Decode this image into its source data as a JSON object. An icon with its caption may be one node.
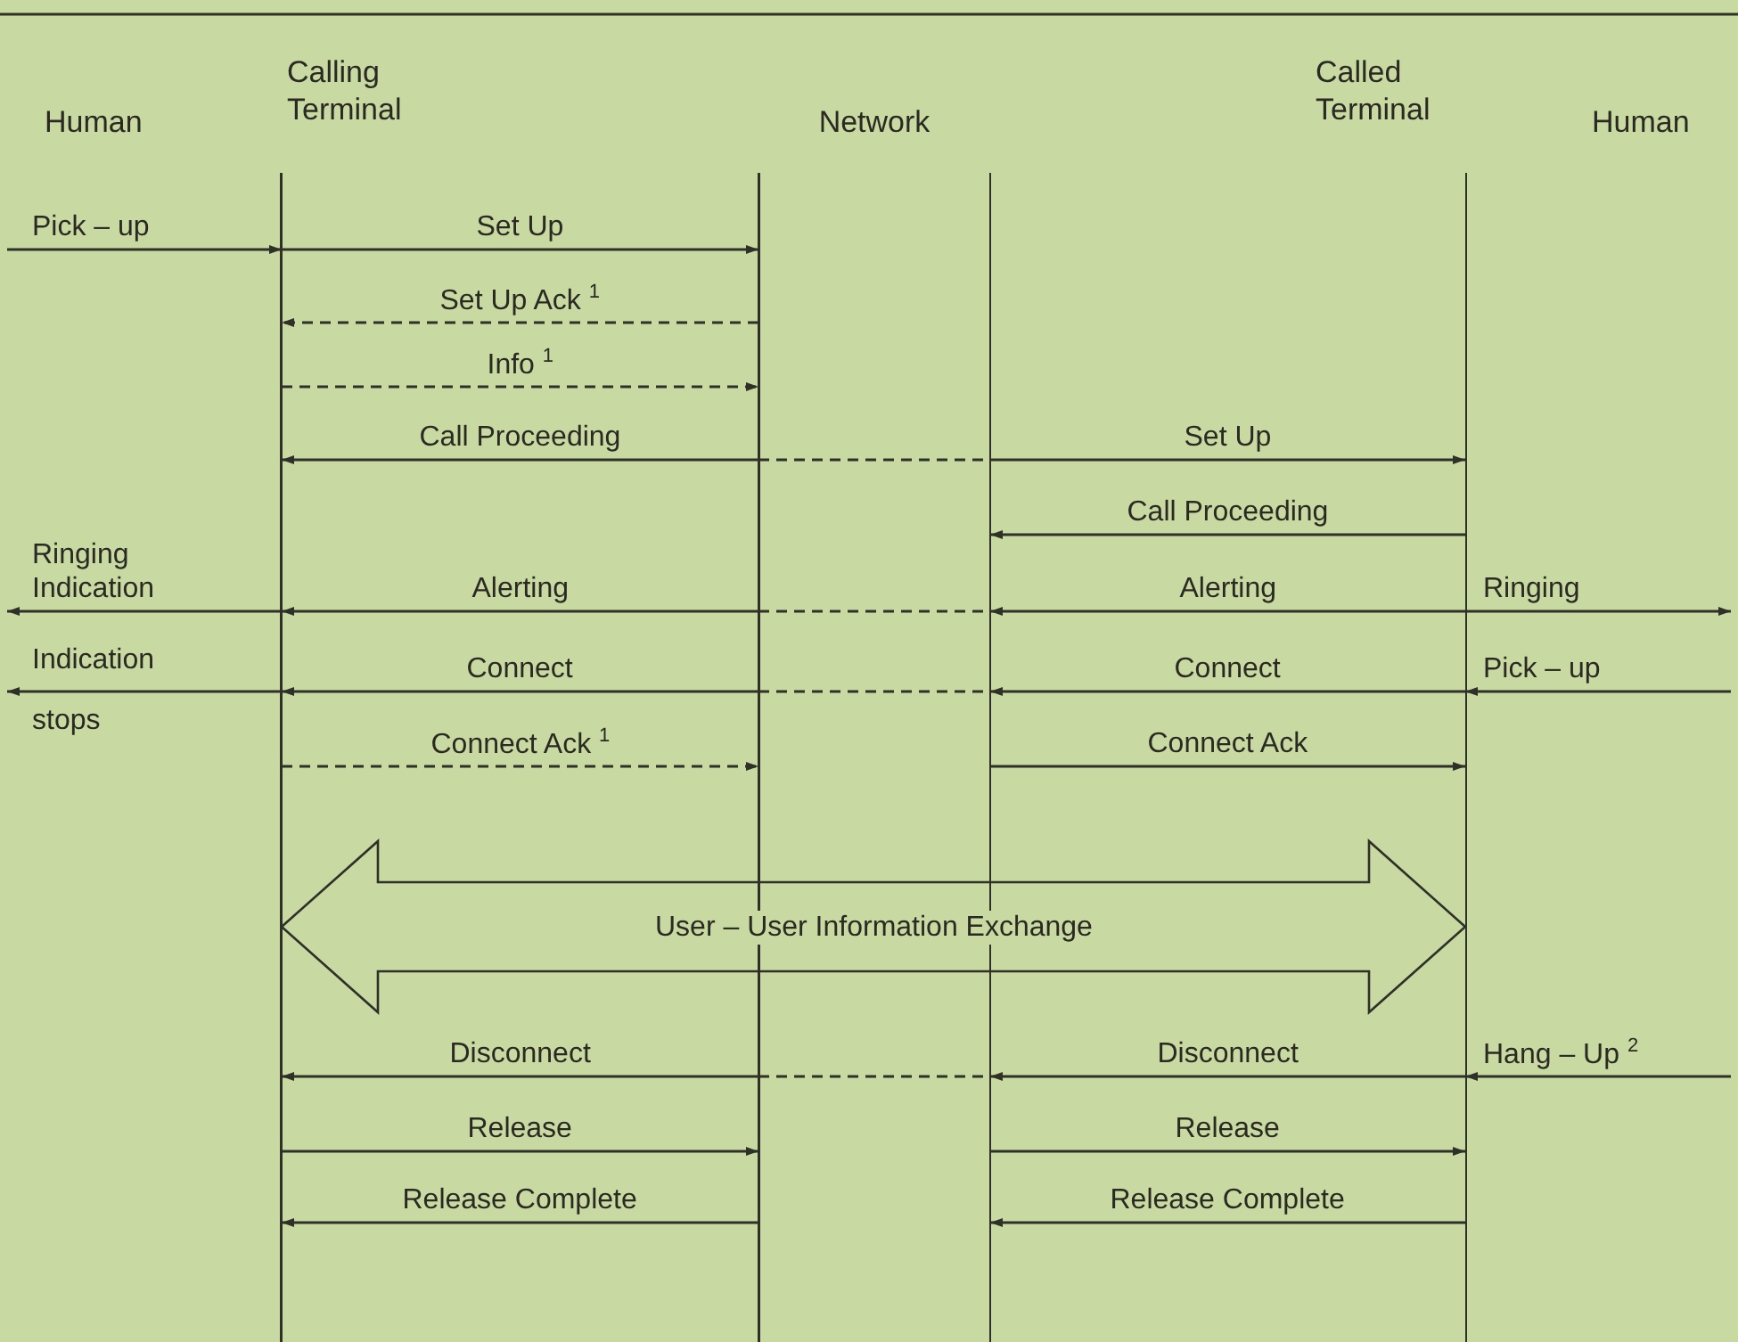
{
  "diagram": {
    "nodes": [
      {
        "text": [
          "Calling Terminal"
        ]
      },
      {
        "text": [
          "Network"
        ]
      },
      {
        "text": [
          "Called Terminal"
        ]
      }
    ],
    "edges": [
      {
        "from": null,
        "to": 0,
        "arrow": "to",
        "label": "Pick – up"
      },
      {
        "from": 0,
        "to": 1,
        "arrow": "to",
        "label": "Set Up"
      },
      {
        "from": 1,
        "to": 0,
        "arrow": "to",
        "label": "Set Up Ack $^{1}$",
        "style": "dashed"
      },
      {
        "from": 0,
        "to": 1,
        "arrow": "to",
        "label": "Info $^{1}$",
        "style": "dashed"
      },
      {
        "from": 1,
        "to": 0,
        "arrow": "to",
        "label": "Call Proceeding"
      },
      {
        "from": 1,
        "to": 1,
        "arrow": "none",
        "style": "dashed"
      },
      {
        "from": 1,
        "to": 2,
        "arrow": "to",
        "label": "Set Up"
      },
      {
        "from": 2,
        "to": 1,
        "arrow": "to",
        "label": "Call Proceeding"
      },
      {
        "from": 0,
        "to": null,
        "arrow": "to",
        "label": "Ringing Indication"
      },
      {
        "from": 1,
        "to": 0,
        "arrow": "to",
        "label": "Alerting"
      },
      {
        "from": 1,
        "to": 1,
        "arrow": "none",
        "style": "dashed"
      },
      {
        "from": 2,
        "to": 1,
        "arrow": "to",
        "label": "Alerting"
      },
      {
        "from": 2,
        "to": null,
        "arrow": "to",
        "label": "Ringing"
      },
      {
        "from": 0,
        "to": null,
        "arrow": "to",
        "label": "Indication stops"
      },
      {
        "from": 1,
        "to": 0,
        "arrow": "to",
        "label": "Connect"
      },
      {
        "from": 1,
        "to": 1,
        "arrow": "none",
        "style": "dashed"
      },
      {
        "from": 2,
        "to": 1,
        "arrow": "to",
        "label": "Connect"
      },
      {
        "from": null,
        "to": 2,
        "arrow": "to",
        "label": "Pick – up"
      },
      {
        "from": 0,
        "to": 1,
        "arrow": "to",
        "label": "Connect Ack $^{1}$",
        "style": "dashed"
      },
      {
        "from": 1,
        "to": 2,
        "arrow": "to",
        "label": "Connect Ack"
      },
      {
        "from": 0,
        "to": 2,
        "arrow": "both",
        "label": "User – User Information Exchange",
        "style": "thick"
      },
      {
        "from": 1,
        "to": 0,
        "arrow": "to",
        "label": "Disconnect"
      },
      {
        "from": 1,
        "to": 1,
        "arrow": "none",
        "style": "dashed"
      },
      {
        "from": 2,
        "to": 1,
        "arrow": "to",
        "label": "Disconnect"
      },
      {
        "from": null,
        "to": 2,
        "arrow": "to",
        "label": "Hang – Up $^{2}$"
      },
      {
        "from": 0,
        "to": 1,
        "arrow": "to",
        "label": "Release"
      },
      {
        "from": 1,
        "to": 2,
        "arrow": "to",
        "label": "Release"
      },
      {
        "from": 1,
        "to": 0,
        "arrow": "to",
        "label": "Release Complete"
      },
      {
        "from": 2,
        "to": 1,
        "arrow": "to",
        "label": "Release Complete"
      }
    ],
    "labels": [
      "Human",
      "Human"
    ]
  }
}
